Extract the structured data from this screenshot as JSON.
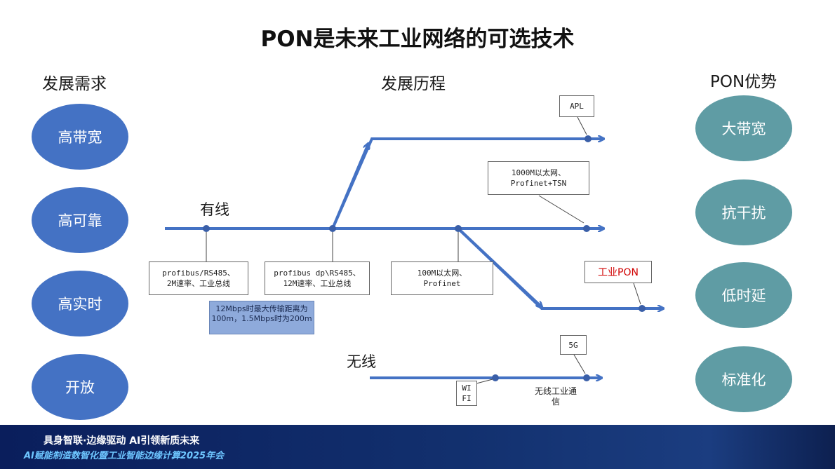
{
  "title": "PON是未来工业网络的可选技术",
  "columns": {
    "needs": "发展需求",
    "history": "发展历程",
    "advantages": "PON优势"
  },
  "needs": [
    "高带宽",
    "高可靠",
    "高实时",
    "开放"
  ],
  "advantages": [
    "大带宽",
    "抗干扰",
    "低时延",
    "标准化"
  ],
  "wired_label": "有线",
  "wireless_label": "无线",
  "boxes": {
    "profibus_rs485": [
      "profibus/RS485、",
      "2M速率、工业总线"
    ],
    "profibus_dp": [
      "profibus dp\\RS485、",
      "12M速率、工业总线"
    ],
    "ethernet_100m": [
      "100M以太网、",
      "Profinet"
    ],
    "ethernet_1000m": [
      "1000M以太网、",
      "Profinet+TSN"
    ],
    "apl": "APL",
    "industrial_pon": "工业PON",
    "fiveg": "5G",
    "wifi": [
      "WI",
      "FI"
    ]
  },
  "note": "12Mbps时最大传输距离为100m，1.5Mbps时为200m",
  "wireless_industrial": [
    "无线工业通",
    "信"
  ],
  "footer": {
    "line1": "具身智联·边缘驱动 AI引领新质未来",
    "line2": "AI赋能制造数智化暨工业智能边缘计算2025年会"
  },
  "colors": {
    "need_bubble": "#4472c4",
    "advantage_bubble": "#5f9ca4",
    "arrow": "#4472c4",
    "pon_text": "#d00000"
  }
}
